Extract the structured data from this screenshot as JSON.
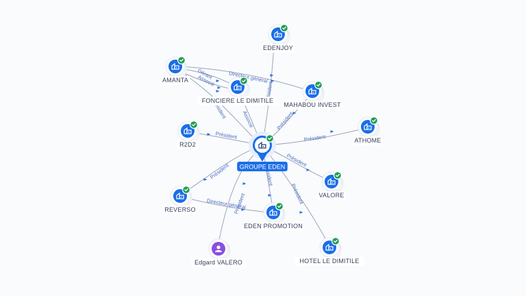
{
  "center": {
    "label": "GROUPE EDEN",
    "icon": "building-icon"
  },
  "nodes": [
    {
      "id": "edenjoy",
      "label": "EDENJOY",
      "type": "company",
      "verified": true
    },
    {
      "id": "amanta",
      "label": "AMANTA",
      "type": "company",
      "verified": true
    },
    {
      "id": "fonciere",
      "label": "FONCIERE LE DIMITILE",
      "type": "company",
      "verified": true
    },
    {
      "id": "mahabou",
      "label": "MAHABOU INVEST",
      "type": "company",
      "verified": true
    },
    {
      "id": "athome",
      "label": "ATHOME",
      "type": "company",
      "verified": true
    },
    {
      "id": "r2d2",
      "label": "R2D2",
      "type": "company",
      "verified": true
    },
    {
      "id": "valore",
      "label": "VALORE",
      "type": "company",
      "verified": true
    },
    {
      "id": "reverso",
      "label": "REVERSO",
      "type": "company",
      "verified": true
    },
    {
      "id": "edenpromo",
      "label": "EDEN PROMOTION",
      "type": "company",
      "verified": true
    },
    {
      "id": "edgard",
      "label": "Edgard VALERO",
      "type": "person",
      "verified": false
    },
    {
      "id": "hotel",
      "label": "HOTEL LE DIMITILE",
      "type": "company",
      "verified": true
    }
  ],
  "edges": [
    {
      "from": "center",
      "to": "edenjoy",
      "label": "Président"
    },
    {
      "from": "center",
      "to": "amanta",
      "label": "Président"
    },
    {
      "from": "center",
      "to": "fonciere",
      "label": "Associé"
    },
    {
      "from": "amanta",
      "to": "fonciere",
      "label": "Gérant"
    },
    {
      "from": "amanta",
      "to": "fonciere",
      "label": "Associé"
    },
    {
      "from": "amanta",
      "to": "mahabou",
      "label": "Directeur général"
    },
    {
      "from": "center",
      "to": "mahabou",
      "label": "Président"
    },
    {
      "from": "center",
      "to": "athome",
      "label": "Président"
    },
    {
      "from": "center",
      "to": "r2d2",
      "label": "Président"
    },
    {
      "from": "center",
      "to": "valore",
      "label": "Président"
    },
    {
      "from": "center",
      "to": "reverso",
      "label": "Président"
    },
    {
      "from": "center",
      "to": "edenpromo",
      "label": "Président"
    },
    {
      "from": "center",
      "to": "hotel",
      "label": "Président"
    },
    {
      "from": "edgard",
      "to": "center",
      "label": "Président"
    },
    {
      "from": "reverso",
      "to": "edenpromo",
      "label": "Directeur général"
    }
  ]
}
